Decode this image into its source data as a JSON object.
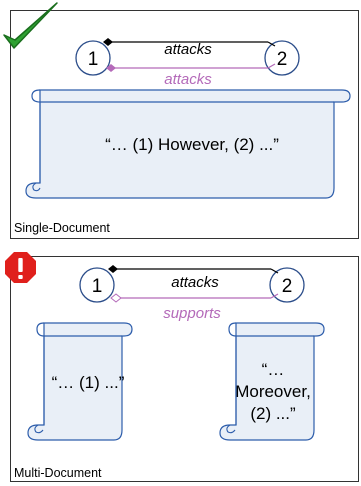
{
  "panels": [
    {
      "label": "Single-Document",
      "status_icon": "green-checkmark-icon",
      "node1": "1",
      "node2": "2",
      "relation_top": "attacks",
      "relation_bottom": "attacks",
      "document_text": "“… (1) However, (2) ...”"
    },
    {
      "label": "Multi-Document",
      "status_icon": "red-warning-icon",
      "node1": "1",
      "node2": "2",
      "relation_top": "attacks",
      "relation_bottom": "supports",
      "doc1_text": "“… (1) ...”",
      "doc2_lines": [
        "“…",
        "Moreover,",
        "(2) ...”"
      ]
    }
  ],
  "colors": {
    "scroll_fill": "#e9eff7",
    "scroll_stroke": "#2d5dab",
    "relation_purple": "#b46ab9",
    "check_green": "#2fa132",
    "warning_red": "#e0201c"
  }
}
